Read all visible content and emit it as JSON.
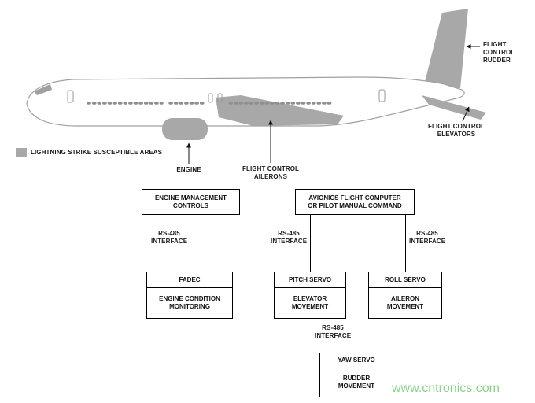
{
  "aircraft": {
    "legend_label": "LIGHTNING STRIKE SUSCEPTIBLE AREAS",
    "labels": {
      "engine": "ENGINE",
      "ailerons": "FLIGHT CONTROL\nAILERONS",
      "elevators": "FLIGHT CONTROL\nELEVATORS",
      "rudder": "FLIGHT\nCONTROL\nRUDDER"
    }
  },
  "blocks": {
    "engine_management": "ENGINE MANAGEMENT\nCONTROLS",
    "avionics": "AVIONICS FLIGHT COMPUTER\nOR PILOT MANUAL COMMAND",
    "rs485": "RS-485\nINTERFACE",
    "fadec_title": "FADEC",
    "fadec_body": "ENGINE CONDITION\nMONITORING",
    "pitch_title": "PITCH SERVO",
    "pitch_body": "ELEVATOR\nMOVEMENT",
    "roll_title": "ROLL SERVO",
    "roll_body": "AILERON\nMOVEMENT",
    "yaw_title": "YAW SERVO",
    "yaw_body": "RUDDER\nMOVEMENT"
  },
  "colors": {
    "susceptible_area": "#a8a8a8",
    "aircraft_outline": "#a0a0a0",
    "text": "#1b1b1b",
    "watermark": "#8ccf8c"
  },
  "watermark": "www.cntronics.com"
}
